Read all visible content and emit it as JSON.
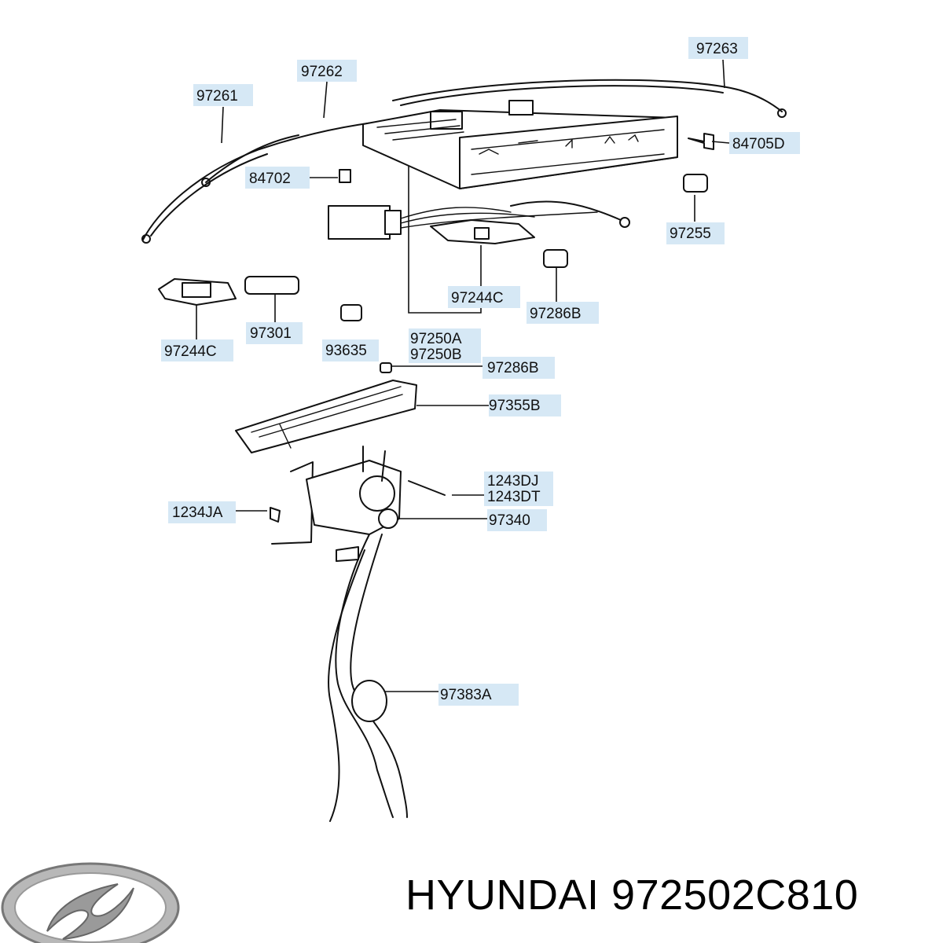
{
  "brand": "HYUNDAI",
  "part_number": "972502C810",
  "colors": {
    "label_bg": "#d6e8f5",
    "line": "#111111"
  },
  "logo_icon": "hyundai-logo-icon",
  "callouts": [
    {
      "id": "97263",
      "text": "97263"
    },
    {
      "id": "97262",
      "text": "97262"
    },
    {
      "id": "97261",
      "text": "97261"
    },
    {
      "id": "84705D",
      "text": "84705D"
    },
    {
      "id": "84702",
      "text": "84702"
    },
    {
      "id": "97255",
      "text": "97255"
    },
    {
      "id": "97244C-a",
      "text": "97244C"
    },
    {
      "id": "97286B-a",
      "text": "97286B"
    },
    {
      "id": "97244C-b",
      "text": "97244C"
    },
    {
      "id": "97301",
      "text": "97301"
    },
    {
      "id": "93635",
      "text": "93635"
    },
    {
      "id": "97250A",
      "text": "97250A"
    },
    {
      "id": "97250B",
      "text": "97250B"
    },
    {
      "id": "97286B-b",
      "text": "97286B"
    },
    {
      "id": "97355B",
      "text": "97355B"
    },
    {
      "id": "1243DJ",
      "text": "1243DJ"
    },
    {
      "id": "1243DT",
      "text": "1243DT"
    },
    {
      "id": "1234JA",
      "text": "1234JA"
    },
    {
      "id": "97340",
      "text": "97340"
    },
    {
      "id": "97383A",
      "text": "97383A"
    }
  ]
}
